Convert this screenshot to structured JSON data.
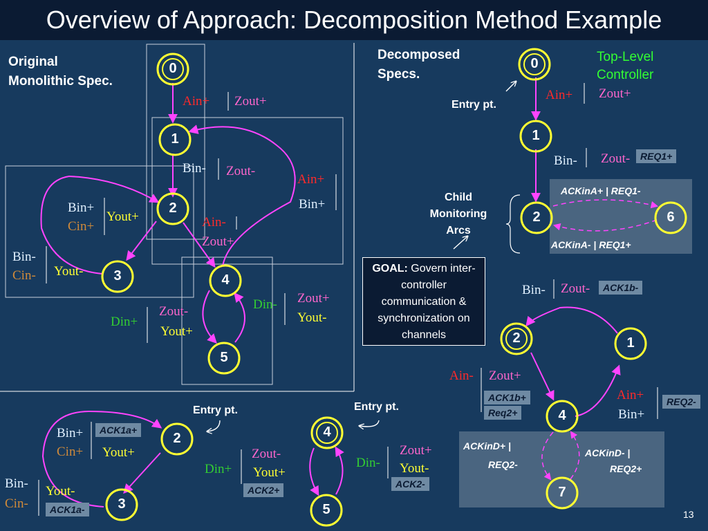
{
  "title": "Overview of Approach: Decomposition Method Example",
  "page_number": "13",
  "labels": {
    "original": "Original\nMonolithic Spec.",
    "decomposed": "Decomposed\nSpecs.",
    "top_level": "Top-Level\nController",
    "child_monitoring": "Child\nMonitoring\nArcs",
    "entry_pt": "Entry pt.",
    "goal_bold": "GOAL:",
    "goal_rest": " Govern inter-controller communication & synchronization on channels"
  },
  "nodes": {
    "n0": "0",
    "n1": "1",
    "n2": "2",
    "n3": "3",
    "n4": "4",
    "n5": "5",
    "n6": "6",
    "n7": "7"
  },
  "signals": {
    "ain_p": "Ain+",
    "ain_m": "Ain-",
    "zout_p": "Zout+",
    "zout_m": "Zout-",
    "bin_p": "Bin+",
    "bin_m": "Bin-",
    "cin_p": "Cin+",
    "cin_m": "Cin-",
    "yout_p": "Yout+",
    "yout_m": "Yout-",
    "din_p": "Din+",
    "din_m": "Din-"
  },
  "acks": {
    "req1p": "REQ1+",
    "ackina_p_req1_m": "ACKinA+ | REQ1-",
    "ackina_m_req1_p": "ACKinA- | REQ1+",
    "ack1b_m": "ACK1b-",
    "ack1b_p": "ACK1b+",
    "req2_p_lower": "Req2+",
    "req2_m": "REQ2-",
    "ackind_p": "ACKinD+ |",
    "req2_m2": "REQ2-",
    "ackind_m": "ACKinD- |",
    "req2_p": "REQ2+",
    "ack1a_p": "ACK1a+",
    "ack1a_m": "ACK1a-",
    "ack2_p": "ACK2+",
    "ack2_m": "ACK2-"
  },
  "colors": {
    "background": "#173a5e",
    "title_bar": "#0b1b33",
    "node_ring": "#ffff33",
    "arc": "#ff44ff",
    "rise_red": "#ff2a2a",
    "magenta_text": "#ff66cc",
    "yellow_text": "#ffff33",
    "green_text": "#33cc33",
    "cyan_text": "#e0f0ff",
    "brown_text": "#d08a3a",
    "top_level_green": "#33ff33"
  }
}
